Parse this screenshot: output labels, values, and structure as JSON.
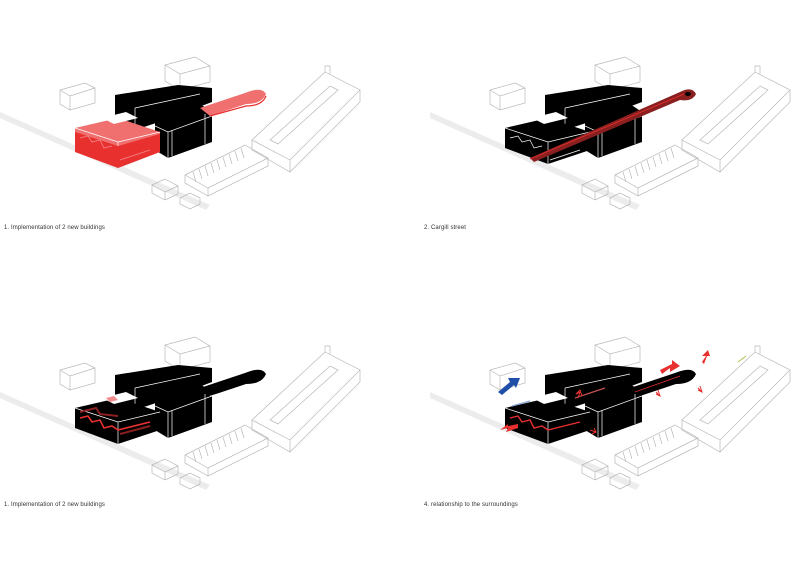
{
  "sheet": {
    "panels": [
      {
        "id": 1,
        "caption": "1. Implementation of 2 new buildings",
        "highlight": "new-buildings"
      },
      {
        "id": 2,
        "caption": "2. Cargill street",
        "highlight": "street"
      },
      {
        "id": 3,
        "caption": "1. Implementation of 2 new buildings",
        "highlight": "interior-levels"
      },
      {
        "id": 4,
        "caption": "4. relationship to the surroundings",
        "highlight": "arrows"
      }
    ]
  },
  "colors": {
    "red": "#e8302f",
    "light_red": "#f07070",
    "pale_red": "#f28b8b",
    "dark_red": "#8a1f1f",
    "black": "#000000",
    "outline": "#b8b8b8",
    "ground": "#ececec",
    "blue": "#1f4fa8",
    "green": "#a9c94a"
  }
}
